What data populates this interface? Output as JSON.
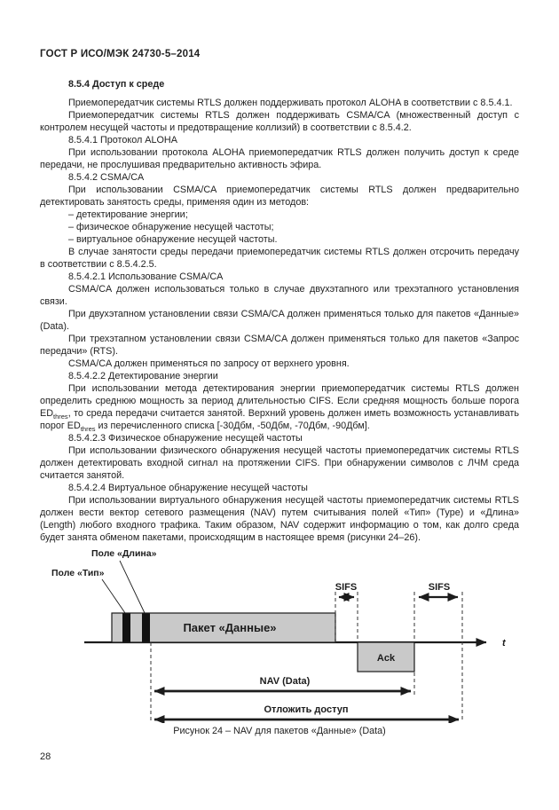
{
  "page": {
    "header": "ГОСТ Р ИСО/МЭК 24730-5–2014",
    "page_number": "28"
  },
  "content": {
    "section_heading": "8.5.4 Доступ к среде",
    "paragraphs": [
      "Приемопередатчик системы RTLS должен поддерживать протокол ALOHA в соответствии с 8.5.4.1.",
      "Приемопередатчик системы RTLS должен поддерживать CSMA/CA (множественный доступ с контролем несущей частоты и предотвращение коллизий) в соответствии с 8.5.4.2.",
      "8.5.4.1 Протокол ALOHA",
      "При использовании протокола ALOHA приемопередатчик RTLS должен получить доступ к среде передачи, не прослушивая предварительно активность эфира.",
      "8.5.4.2 CSMA/CA",
      "При использовании CSMA/CA приемопередатчик системы RTLS должен предварительно детектировать занятость среды, применяя один из методов:",
      "– детектирование энергии;",
      "– физическое обнаружение несущей частоты;",
      "– виртуальное обнаружение несущей частоты.",
      "В случае занятости среды передачи приемопередатчик системы RTLS должен отсрочить передачу в соответствии с 8.5.4.2.5.",
      "8.5.4.2.1 Использование CSMA/CA",
      "CSMA/CA должен использоваться только в случае двухэтапного или трехэтапного установления связи.",
      "При двухэтапном установлении связи CSMA/CA должен применяться только для пакетов «Данные» (Data).",
      "При трехэтапном установлении связи CSMA/CA должен применяться только для пакетов «Запрос передачи» (RTS).",
      "CSMA/CA должен применяться по запросу от верхнего уровня.",
      "8.5.4.2.2 Детектирование энергии"
    ],
    "ed_paragraph": {
      "part1": "При использовании метода детектирования энергии приемопередатчик системы RTLS должен определить среднюю мощность за период длительностью CIFS. Если средняя мощность больше порога ED",
      "sub1": "thres",
      "part2": ", то среда передачи считается занятой. Верхний уровень должен иметь возможность устанавливать порог ED",
      "sub2": "thres",
      "part3": " из перечисленного списка [-30Дбм, -50Дбм, -70Дбм, -90Дбм]."
    },
    "paragraphs2": [
      "8.5.4.2.3 Физическое обнаружение несущей частоты",
      "При использовании физического обнаружения несущей частоты приемопередатчик системы RTLS должен детектировать входной сигнал на протяжении CIFS. При обнаружении символов с ЛЧМ среда считается занятой.",
      "8.5.4.2.4 Виртуальное обнаружение несущей частоты",
      "При использовании виртуального обнаружения несущей частоты приемопередатчик системы RTLS должен вести вектор сетевого размещения (NAV) путем считывания полей «Тип» (Type) и «Длина» (Length) любого входного трафика. Таким образом, NAV содержит информацию о том, как долго среда будет занята обменом пакетами, происходящим в настоящее время (рисунки 24–26)."
    ]
  },
  "figure": {
    "label_length_field": "Поле «Длина»",
    "label_type_field": "Поле «Тип»",
    "label_data_packet": "Пакет «Данные»",
    "label_sifs_1": "SIFS",
    "label_sifs_2": "SIFS",
    "label_ack": "Ack",
    "label_nav": "NAV (Data)",
    "label_defer": "Отложить доступ",
    "label_time_axis": "t",
    "caption": "Рисунок 24 – NAV для пакетов «Данные» (Data)",
    "colors": {
      "packet_fill": "#c9c9c9",
      "stripe": "#111111",
      "line": "#1c1c1c"
    }
  }
}
